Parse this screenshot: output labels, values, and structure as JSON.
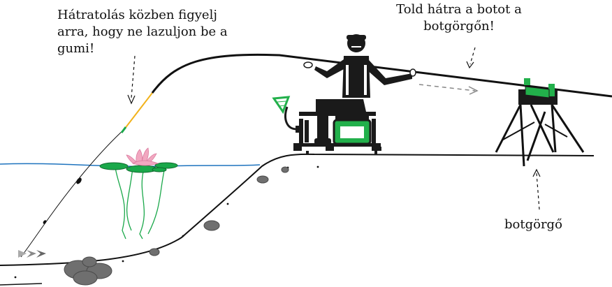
{
  "annotations": {
    "left_note": [
      "Hátratolás közben figyelj",
      "arra, hogy ne lazuljon be a",
      "gumi!"
    ],
    "top_right_note": [
      "Told hátra a botot a",
      "botgörgőn!"
    ],
    "bottom_right_label": "botgörgő"
  },
  "colors": {
    "water_line": "#1e73be",
    "plant_green": "#1aa84a",
    "seat_green": "#22b04b",
    "tip_yellow": "#f2b21b",
    "lily_pink": "#f2a7c0",
    "angler": "#1a1a1a",
    "stones": "#6f6f6f",
    "arrow_grey": "#888888"
  },
  "icons": [
    "angler-figure",
    "landing-net-icon",
    "rod-roller-stand",
    "water-lily",
    "fish-icon",
    "stones"
  ]
}
